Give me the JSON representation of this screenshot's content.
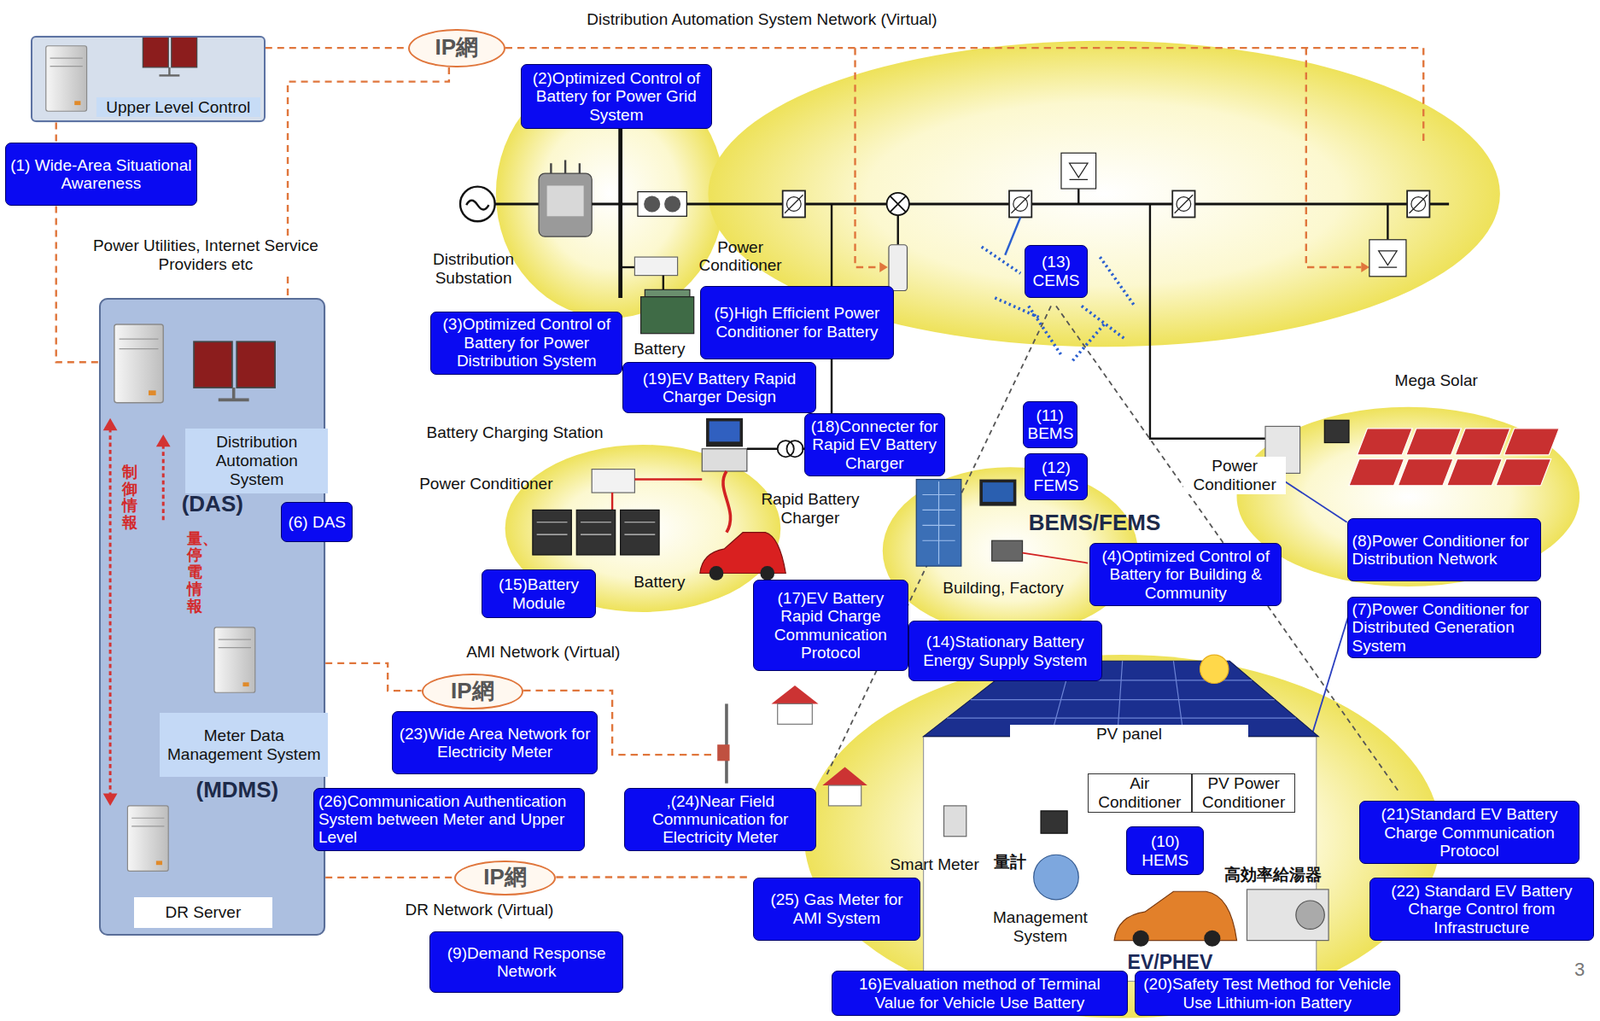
{
  "diagram": {
    "nodes": [
      {
        "text": [
          "Upper Level Control"
        ]
      },
      {
        "text": [
          "(1) Wide-Area Situational Awareness"
        ]
      },
      {
        "text": [
          "Power Utilities, Internet Service Providers etc"
        ]
      },
      {
        "text": [
          "Distribution Automation System"
        ],
        "in": 2
      },
      {
        "text": [
          "(6) DAS"
        ],
        "in": 2
      },
      {
        "text": [
          "Meter Data Management System"
        ],
        "in": 2
      },
      {
        "text": [
          "DR Server"
        ],
        "in": 2
      },
      {
        "text": [
          "IP網"
        ]
      },
      {
        "text": [
          "IP網"
        ]
      },
      {
        "text": [
          "IP網"
        ]
      },
      {
        "text": [
          "(2)Optimized Control of Battery for Power Grid System"
        ]
      },
      {
        "text": [
          "(3)Optimized Control of Battery for Power Distribution System"
        ]
      },
      {
        "text": [
          "(4)Optimized Control of Battery for Building & Community"
        ]
      },
      {
        "text": [
          "(5)High Efficient Power Conditioner for Battery"
        ]
      },
      {
        "text": [
          "(7)Power Conditioner for Distributed Generation System"
        ]
      },
      {
        "text": [
          "(8)Power Conditioner for Distribution Network"
        ]
      },
      {
        "text": [
          "(9)Demand Response Network"
        ]
      },
      {
        "text": [
          "(10) HEMS"
        ]
      },
      {
        "text": [
          "(11) BEMS"
        ]
      },
      {
        "text": [
          "(12) FEMS"
        ]
      },
      {
        "text": [
          "(13) CEMS"
        ]
      },
      {
        "text": [
          "(14)Stationary Battery Energy Supply System"
        ]
      },
      {
        "text": [
          "(15)Battery Module"
        ]
      },
      {
        "text": [
          "16)Evaluation method of Terminal Value for Vehicle Use Battery"
        ]
      },
      {
        "text": [
          "(17)EV Battery Rapid Charge Communication Protocol"
        ]
      },
      {
        "text": [
          "(18)Connecter for Rapid EV Battery Charger"
        ]
      },
      {
        "text": [
          "(19)EV Battery Rapid Charger Design"
        ]
      },
      {
        "text": [
          "(20)Safety Test Method for Vehicle Use Lithium-ion Battery"
        ]
      },
      {
        "text": [
          "(21)Standard EV Battery Charge Communication Protocol"
        ]
      },
      {
        "text": [
          "(22) Standard EV Battery Charge Control from Infrastructure"
        ]
      },
      {
        "text": [
          "(23)Wide Area Network for Electricity Meter"
        ]
      },
      {
        "text": [
          ",(24)Near Field Communication for Electricity Meter"
        ]
      },
      {
        "text": [
          "(25) Gas Meter for AMI System"
        ]
      },
      {
        "text": [
          "(26)Communication Authentication System between Meter and Upper Level"
        ]
      }
    ],
    "edges": [
      {
        "from": 0,
        "to": 7,
        "arrow": "none"
      },
      {
        "from": 7,
        "to": 2,
        "arrow": "none"
      },
      {
        "from": 0,
        "to": 2,
        "arrow": "none"
      },
      {
        "from": 2,
        "to": 8,
        "arrow": "none"
      },
      {
        "from": 2,
        "to": 9,
        "arrow": "none"
      }
    ],
    "labels": [
      "Distribution Automation System Network (Virtual)",
      "Distribution Substation",
      "Power Conditioner",
      "Battery",
      "Battery Charging Station",
      "Power Conditioner",
      "Rapid Battery Charger",
      "Battery",
      "Building, Factory",
      "BEMS/FEMS",
      "Mega Solar",
      "Power Conditioner",
      "AMI Network (Virtual)",
      "DR Network (Virtual)",
      "PV panel",
      "Air Conditioner",
      "PV Power Conditioner",
      "Smart Meter",
      "量計",
      "Management System",
      "高効率給湯器",
      "EV/PHEV",
      "(DAS)",
      "(MDMS)",
      "制御情報",
      "量、停電情報",
      "3"
    ]
  }
}
